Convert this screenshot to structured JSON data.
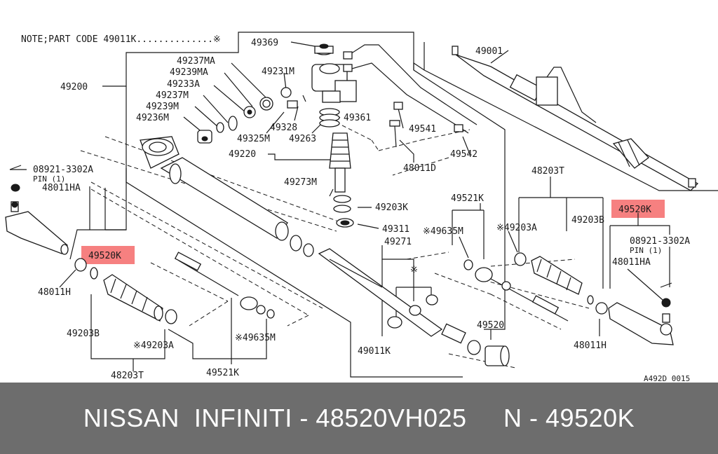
{
  "diagram": {
    "note": "NOTE;PART CODE 49011K..............※",
    "ref_code": "A492D 0015",
    "highlight_color": "#f46a6a",
    "labels": {
      "l49369": "49369",
      "l49001": "49001",
      "l49237MA": "49237MA",
      "l49239MA": "49239MA",
      "l49231M": "49231M",
      "l49200": "49200",
      "l49233A": "49233A",
      "l49237M": "49237M",
      "l49239M": "49239M",
      "l49236M": "49236M",
      "l49361": "49361",
      "l49541": "49541",
      "l49328": "49328",
      "l49325M": "49325M",
      "l49263": "49263",
      "l49542": "49542",
      "l49220": "49220",
      "l48011D": "48011D",
      "l08921_left": "08921-3302A",
      "l_pin_left": "PIN (1)",
      "l48011HA_left": "48011HA",
      "l48203T_right": "48203T",
      "l49273M": "49273M",
      "l49203K": "49203K",
      "l49521K_right": "49521K",
      "l49520K_right": "49520K",
      "l49311": "49311",
      "l49635M_right": "※49635M",
      "l49203A_right": "※49203A",
      "l49203B_right": "49203B",
      "l08921_right": "08921-3302A",
      "l_pin_right": "PIN (1)",
      "l48011HA_right": "48011HA",
      "l49271": "49271",
      "l_star": "※",
      "l49520K_left": "49520K",
      "l48011H_left": "48011H",
      "l49520": "49520",
      "l49203B_left": "49203B",
      "l49203A_left": "※49203A",
      "l49635M_left": "※49635M",
      "l49011K": "49011K",
      "l48011H_right": "48011H",
      "l48203T_left": "48203T",
      "l49521K_left": "49521K"
    }
  },
  "footer": {
    "text": "NISSAN  INFINITI - 48520VH025     N - 49520K"
  }
}
